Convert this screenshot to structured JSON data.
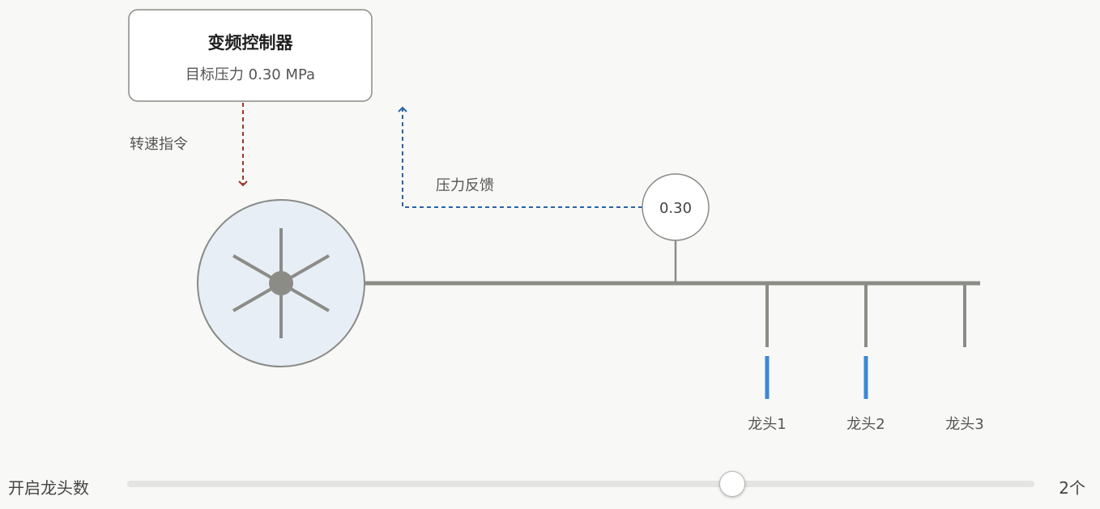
{
  "controller": {
    "title": "变频控制器",
    "subtitle": "目标压力 0.30 MPa"
  },
  "signals": {
    "speed_command": "转速指令",
    "pressure_feedback": "压力反馈"
  },
  "gauge": {
    "reading": "0.30"
  },
  "faucets": [
    {
      "label": "龙头1",
      "open": true
    },
    {
      "label": "龙头2",
      "open": true
    },
    {
      "label": "龙头3",
      "open": false
    }
  ],
  "slider": {
    "label": "开启龙头数",
    "min": 0,
    "max": 3,
    "value": 2,
    "value_text": "2个"
  },
  "colors": {
    "command_arrow": "#9a3a2a",
    "feedback_arrow": "#2a64a8",
    "pipe": "#8c8c86",
    "water_flow": "#3b87d4",
    "pump_fill": "#e7eef6"
  }
}
